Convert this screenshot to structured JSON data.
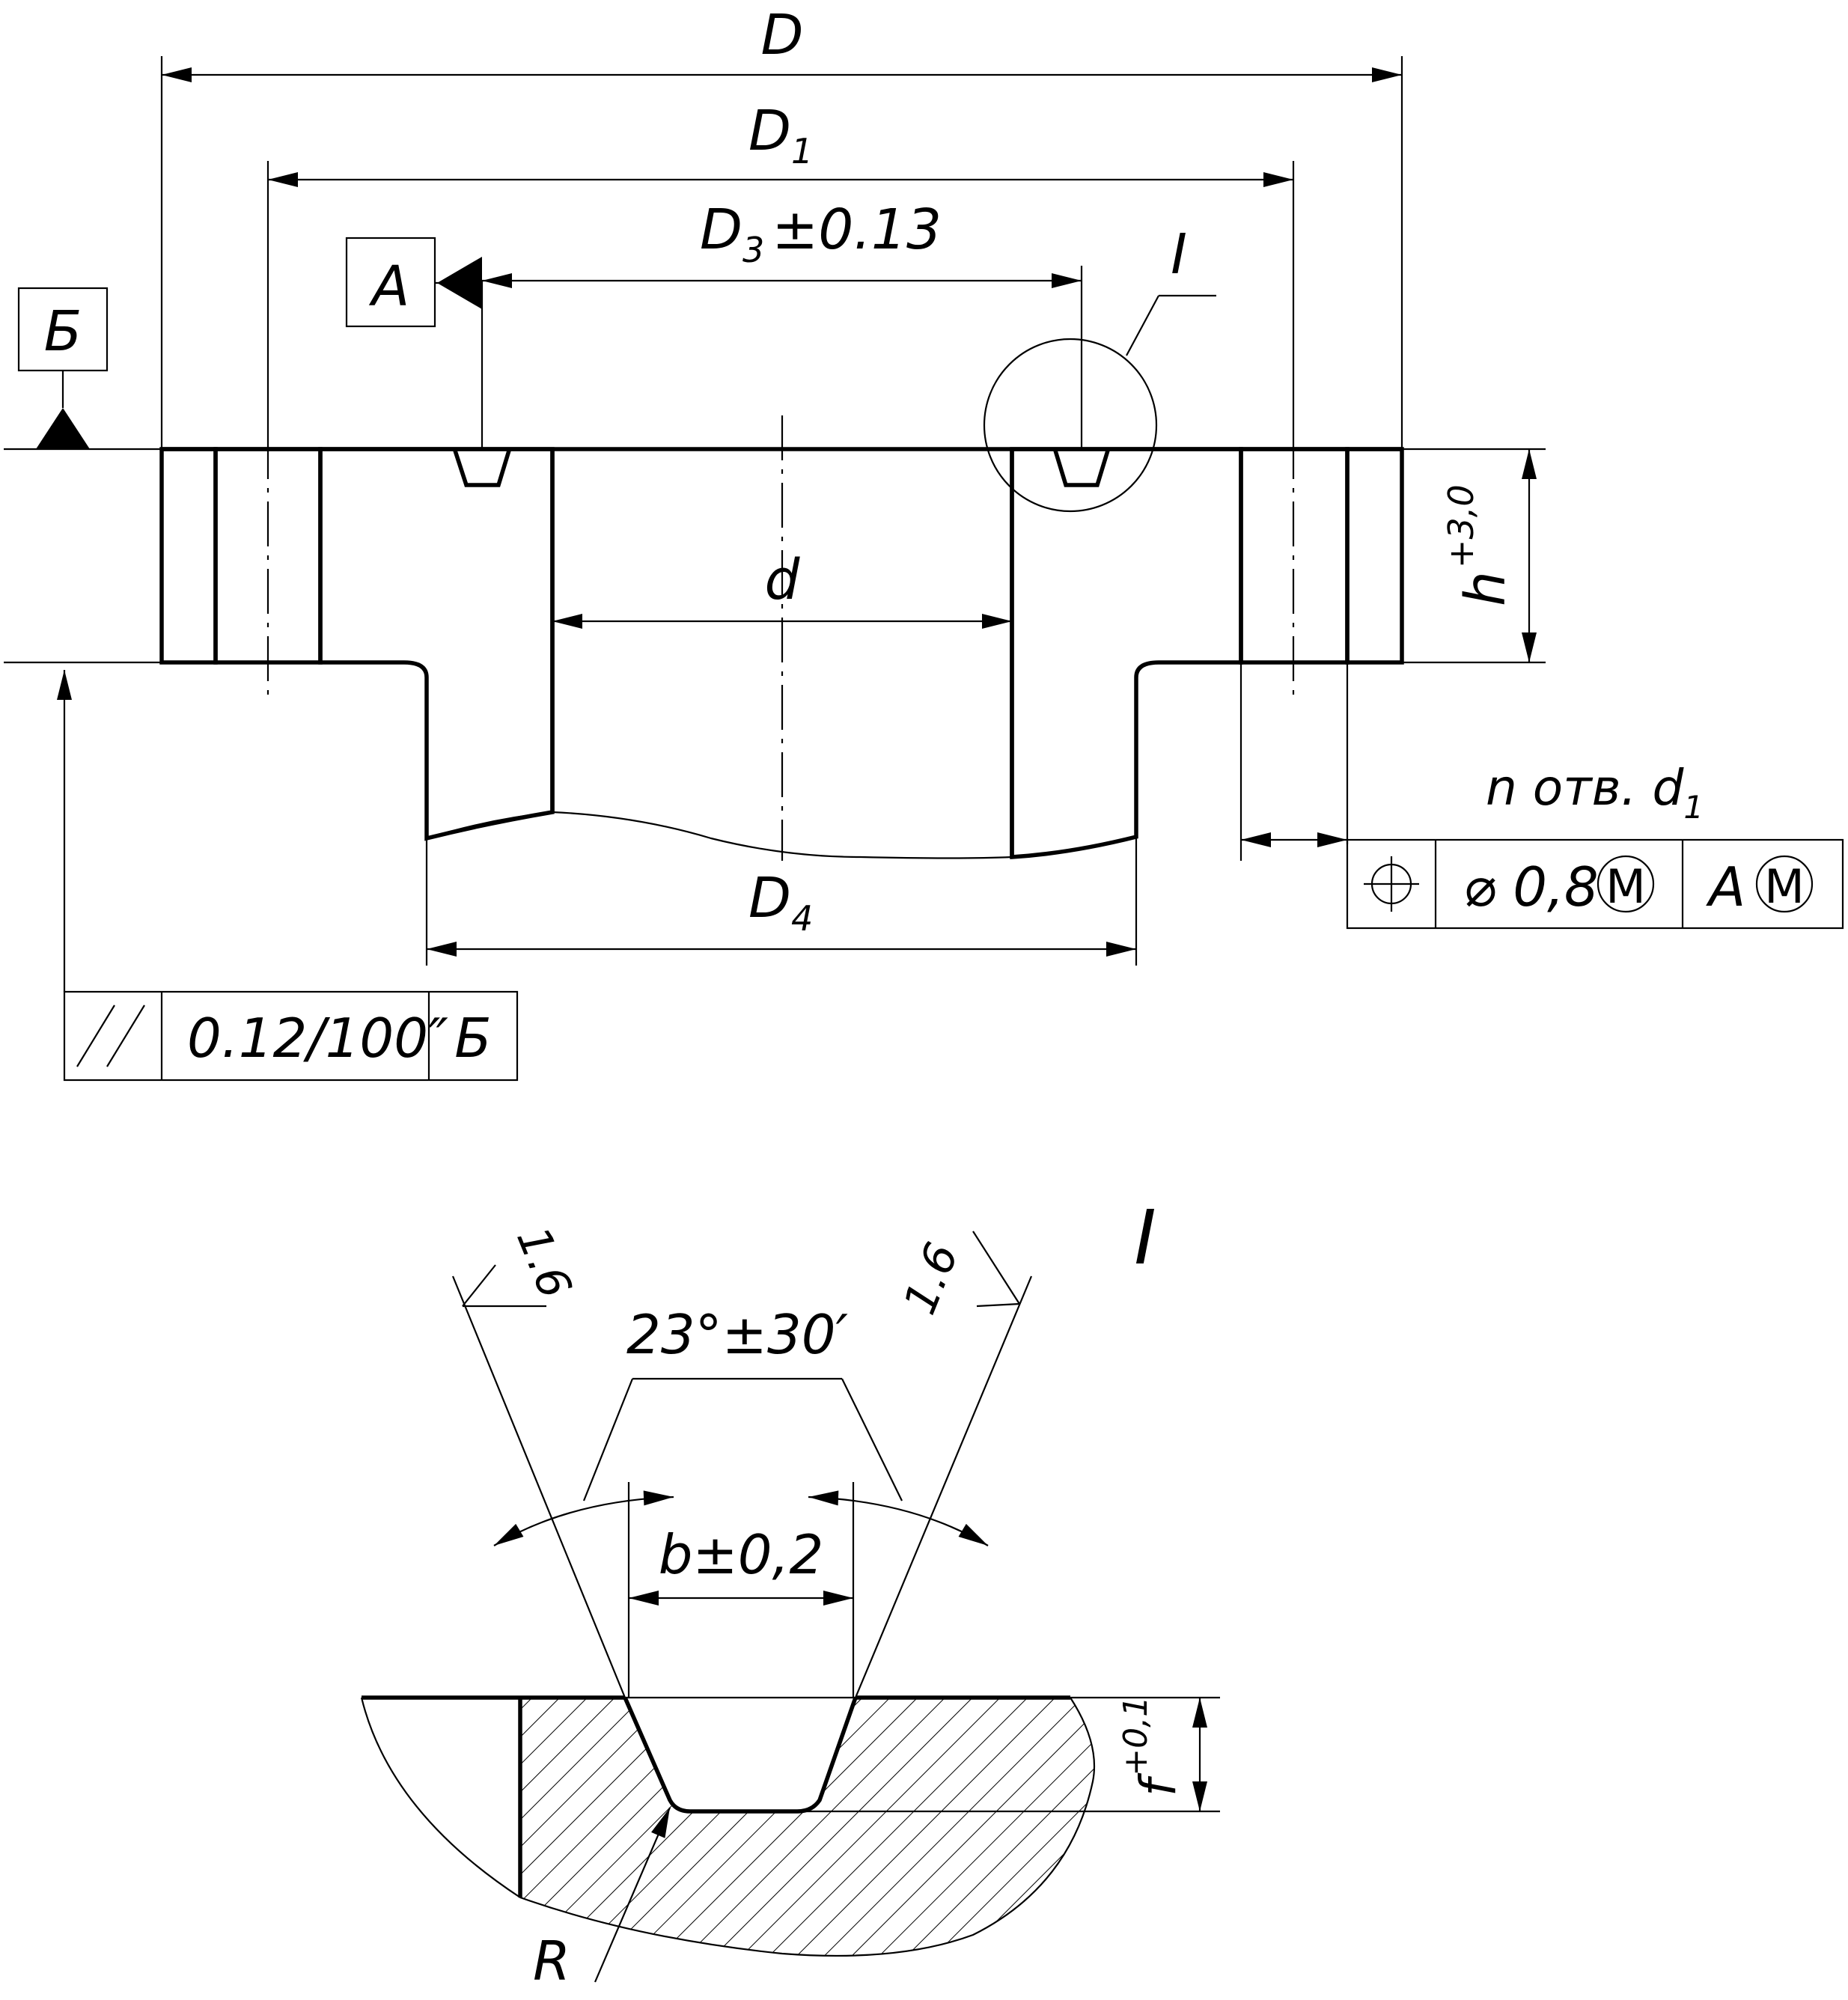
{
  "labels": {
    "D": "D",
    "D1": "D",
    "D1_sub": "1",
    "D3": "D",
    "D3_sub": "3",
    "D3_tol": "±0.13",
    "d": "d",
    "D4": "D",
    "D4_sub": "4",
    "h": "h",
    "h_tol": "+3,0",
    "holes": "n отв. d",
    "holes_sub": "1",
    "detail_ref": "I",
    "detail_title": "I",
    "angle": "23°±30′",
    "b": "b±0,2",
    "f": "f",
    "f_tol": "+0,1",
    "R": "R",
    "rough_left": "1.6",
    "rough_right": "1.6"
  },
  "datums": {
    "A": "A",
    "B": "Б"
  },
  "frames": {
    "position": {
      "symbol": "position-symbol",
      "value": "⌀ 0,8",
      "modifier": "M",
      "datum": "A",
      "datum_modifier": "M"
    },
    "parallelism": {
      "symbol": "parallelism-symbol",
      "value": "0.12/100″",
      "datum": "Б"
    }
  }
}
